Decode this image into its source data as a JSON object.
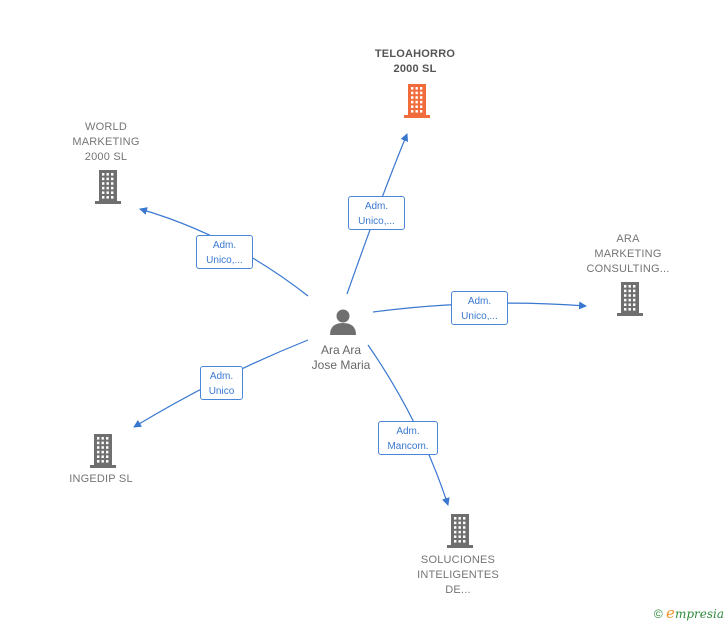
{
  "center": {
    "name_lines": [
      "Ara Ara",
      "Jose Maria"
    ],
    "icon": "person-icon"
  },
  "companies": [
    {
      "id": "teloahorro",
      "lines": [
        "TELOAHORRO",
        "2000  SL"
      ],
      "highlight": true,
      "color": "#f26b3a",
      "icon": "building-icon",
      "role_lines": [
        "Adm.",
        "Unico,..."
      ]
    },
    {
      "id": "world-marketing",
      "lines": [
        "WORLD",
        "MARKETING",
        "2000  SL"
      ],
      "highlight": false,
      "color": "#6f6f6f",
      "icon": "building-icon",
      "role_lines": [
        "Adm.",
        "Unico,..."
      ]
    },
    {
      "id": "ara-marketing",
      "lines": [
        "ARA",
        "MARKETING",
        "CONSULTING..."
      ],
      "highlight": false,
      "color": "#6f6f6f",
      "icon": "building-icon",
      "role_lines": [
        "Adm.",
        "Unico,..."
      ]
    },
    {
      "id": "ingedip",
      "lines": [
        "INGEDIP SL"
      ],
      "highlight": false,
      "color": "#6f6f6f",
      "icon": "building-icon",
      "role_lines": [
        "Adm.",
        "Unico"
      ]
    },
    {
      "id": "soluciones",
      "lines": [
        "SOLUCIONES",
        "INTELIGENTES",
        "DE..."
      ],
      "highlight": false,
      "color": "#6f6f6f",
      "icon": "building-icon",
      "role_lines": [
        "Adm.",
        "Mancom."
      ]
    }
  ],
  "colors": {
    "edge": "#3a78d0",
    "person": "#6f6f6f"
  },
  "brand": {
    "symbol": "©",
    "e": "e",
    "rest": "mpresia"
  }
}
